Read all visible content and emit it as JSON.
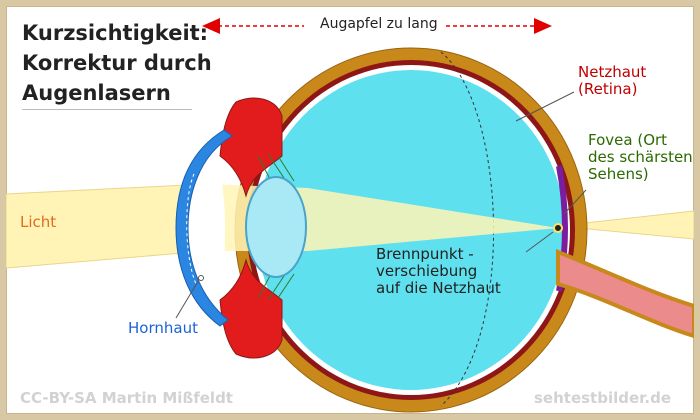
{
  "title": {
    "line1": "Kurzsichtigkeit:",
    "line2": "Korrektur durch",
    "line3": "Augenlasern"
  },
  "labels": {
    "augapfel": "Augapfel zu lang",
    "netzhaut_line1": "Netzhaut",
    "netzhaut_line2": "(Retina)",
    "fovea_line1": "Fovea (Ort",
    "fovea_line2": "des schärsten",
    "fovea_line3": "Sehens)",
    "licht": "Licht",
    "brennpunkt_line1": "Brennpunkt -",
    "brennpunkt_line2": "verschiebung",
    "brennpunkt_line3": "auf die Netzhaut",
    "hornhaut": "Hornhaut"
  },
  "footer": {
    "license": "CC-BY-SA Martin Mißfeldt",
    "site": "sehtestbilder.de"
  },
  "colors": {
    "frame": "#d8c8a4",
    "sclera": "#c8881a",
    "vitreous": "#5fe0ef",
    "retina": "#8e1616",
    "iris": "#e21c1c",
    "cornea": "#2a86e0",
    "lens": "#a9e9f5",
    "light_beam": "#fff4b6",
    "arrow_red": "#e00000",
    "netzhaut_text": "#c00000",
    "fovea_text": "#2b6a00",
    "licht_text": "#e36a1e",
    "hornhaut_text": "#1a64d6",
    "fovea_spot": "#7a1d9e"
  }
}
